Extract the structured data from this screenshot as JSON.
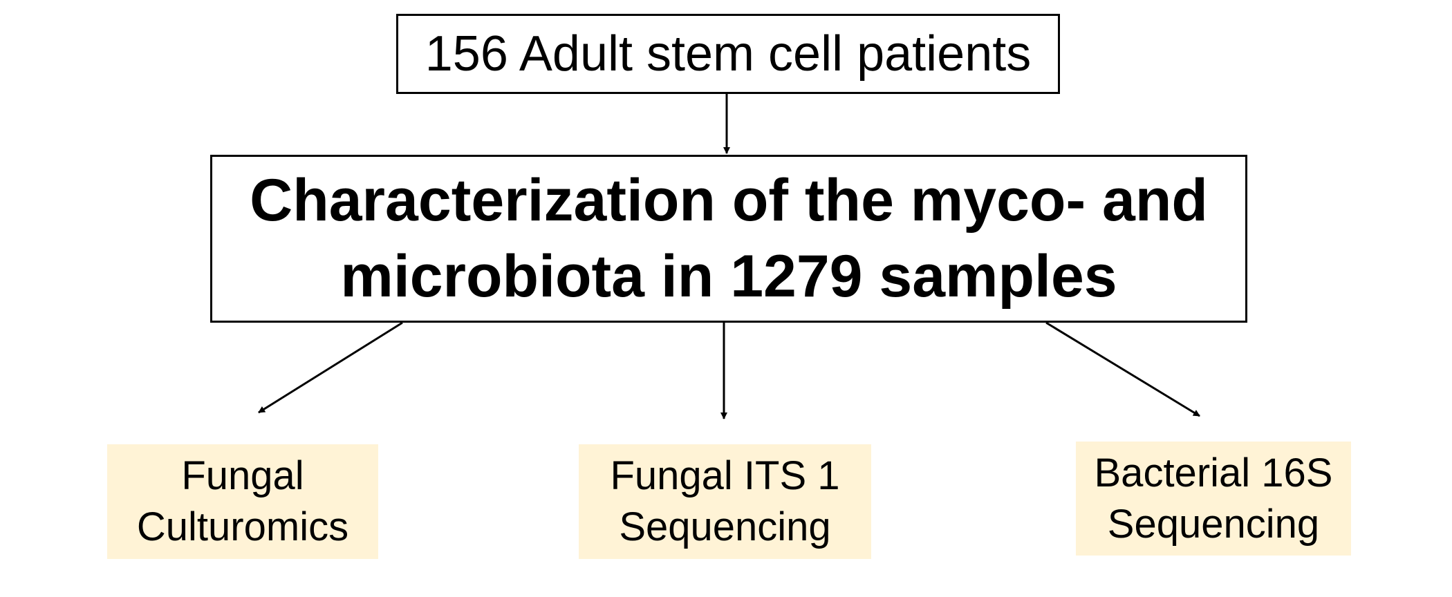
{
  "diagram": {
    "patients_box": {
      "label": "156 Adult stem cell patients"
    },
    "characterization_box": {
      "line1": "Characterization of the myco- and",
      "line2": "microbiota in 1279 samples"
    },
    "methods": [
      {
        "line1": "Fungal",
        "line2": "Culturomics"
      },
      {
        "line1": "Fungal ITS 1",
        "line2": "Sequencing"
      },
      {
        "line1": "Bacterial 16S",
        "line2": "Sequencing"
      }
    ]
  },
  "colors": {
    "method_box_fill": "#fff3d6",
    "border": "#000000",
    "text": "#000000"
  },
  "icons": {
    "connector_arrowhead": "arrowhead-icon"
  }
}
